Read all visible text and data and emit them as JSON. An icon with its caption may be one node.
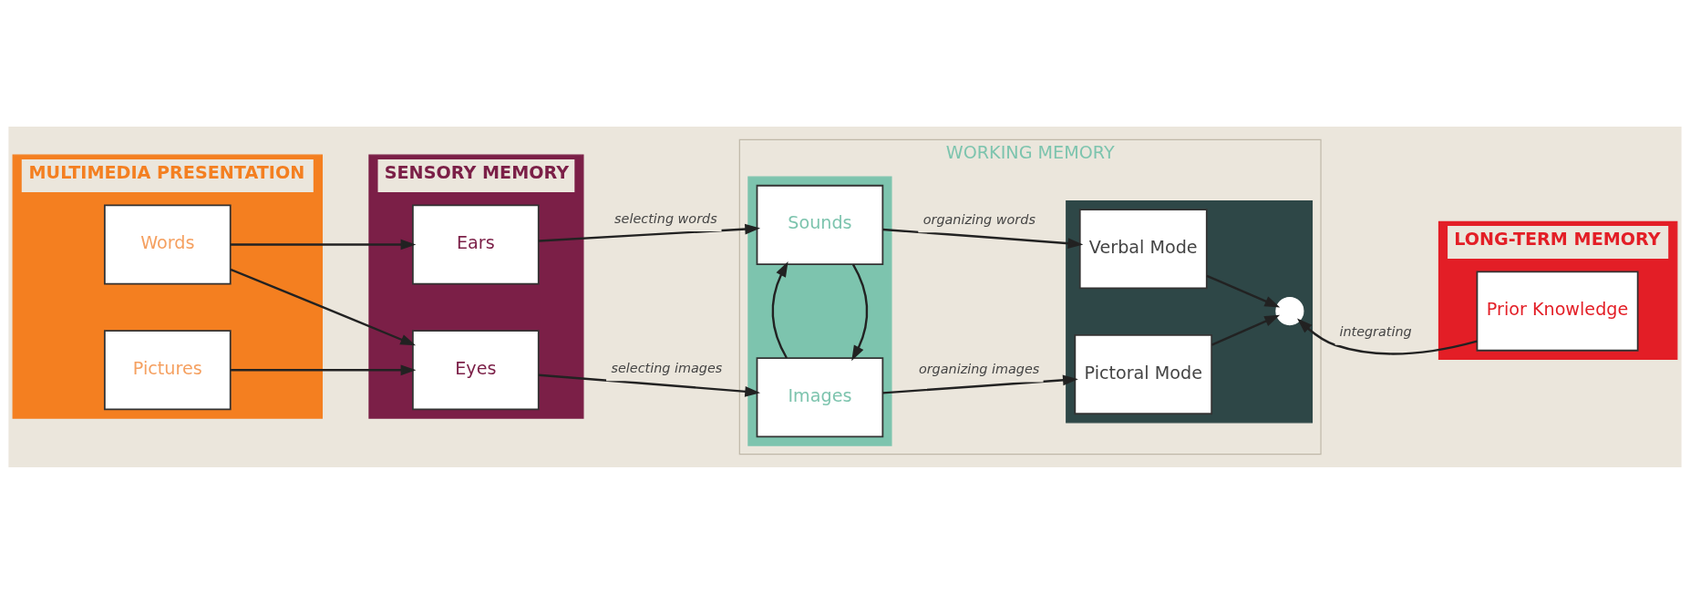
{
  "diagram": {
    "nodes": [
      {
        "text": [
          "MULTIMEDIA PRESENTATION"
        ]
      },
      {
        "text": [
          "Words"
        ],
        "in": 0
      },
      {
        "text": [
          "Pictures"
        ],
        "in": 0
      },
      {
        "text": [
          "SENSORY MEMORY"
        ]
      },
      {
        "text": [
          "Ears"
        ],
        "in": 3
      },
      {
        "text": [
          "Eyes"
        ],
        "in": 3
      },
      {
        "text": [
          "WORKING MEMORY"
        ]
      },
      {
        "text": [],
        "shape": "box",
        "in": 6
      },
      {
        "text": [
          "Sounds"
        ],
        "in": 7
      },
      {
        "text": [
          "Images"
        ],
        "in": 7
      },
      {
        "text": [],
        "shape": "box",
        "in": 6
      },
      {
        "text": [
          "Verbal Mode"
        ],
        "in": 10
      },
      {
        "text": [
          "Pictoral Mode"
        ],
        "in": 10
      },
      {
        "text": [],
        "shape": "circle",
        "in": 10
      },
      {
        "text": [
          "LONG-TERM MEMORY"
        ]
      },
      {
        "text": [
          "Prior Knowledge"
        ],
        "in": 14
      }
    ],
    "edges": [
      {
        "from": 1,
        "to": 4,
        "arrow": "to"
      },
      {
        "from": 1,
        "to": 5,
        "arrow": "to"
      },
      {
        "from": 2,
        "to": 5,
        "arrow": "to"
      },
      {
        "from": 4,
        "to": 8,
        "arrow": "to",
        "label": "selecting words"
      },
      {
        "from": 5,
        "to": 9,
        "arrow": "to",
        "label": "selecting images"
      },
      {
        "from": 8,
        "to": 9,
        "arrow": "to"
      },
      {
        "from": 9,
        "to": 8,
        "arrow": "to"
      },
      {
        "from": 8,
        "to": 11,
        "arrow": "to",
        "label": "organizing words"
      },
      {
        "from": 9,
        "to": 12,
        "arrow": "to",
        "label": "organizing images"
      },
      {
        "from": 11,
        "to": 13,
        "arrow": "to"
      },
      {
        "from": 12,
        "to": 13,
        "arrow": "to"
      },
      {
        "from": 15,
        "to": 13,
        "arrow": "to",
        "label": "integrating"
      }
    ]
  }
}
